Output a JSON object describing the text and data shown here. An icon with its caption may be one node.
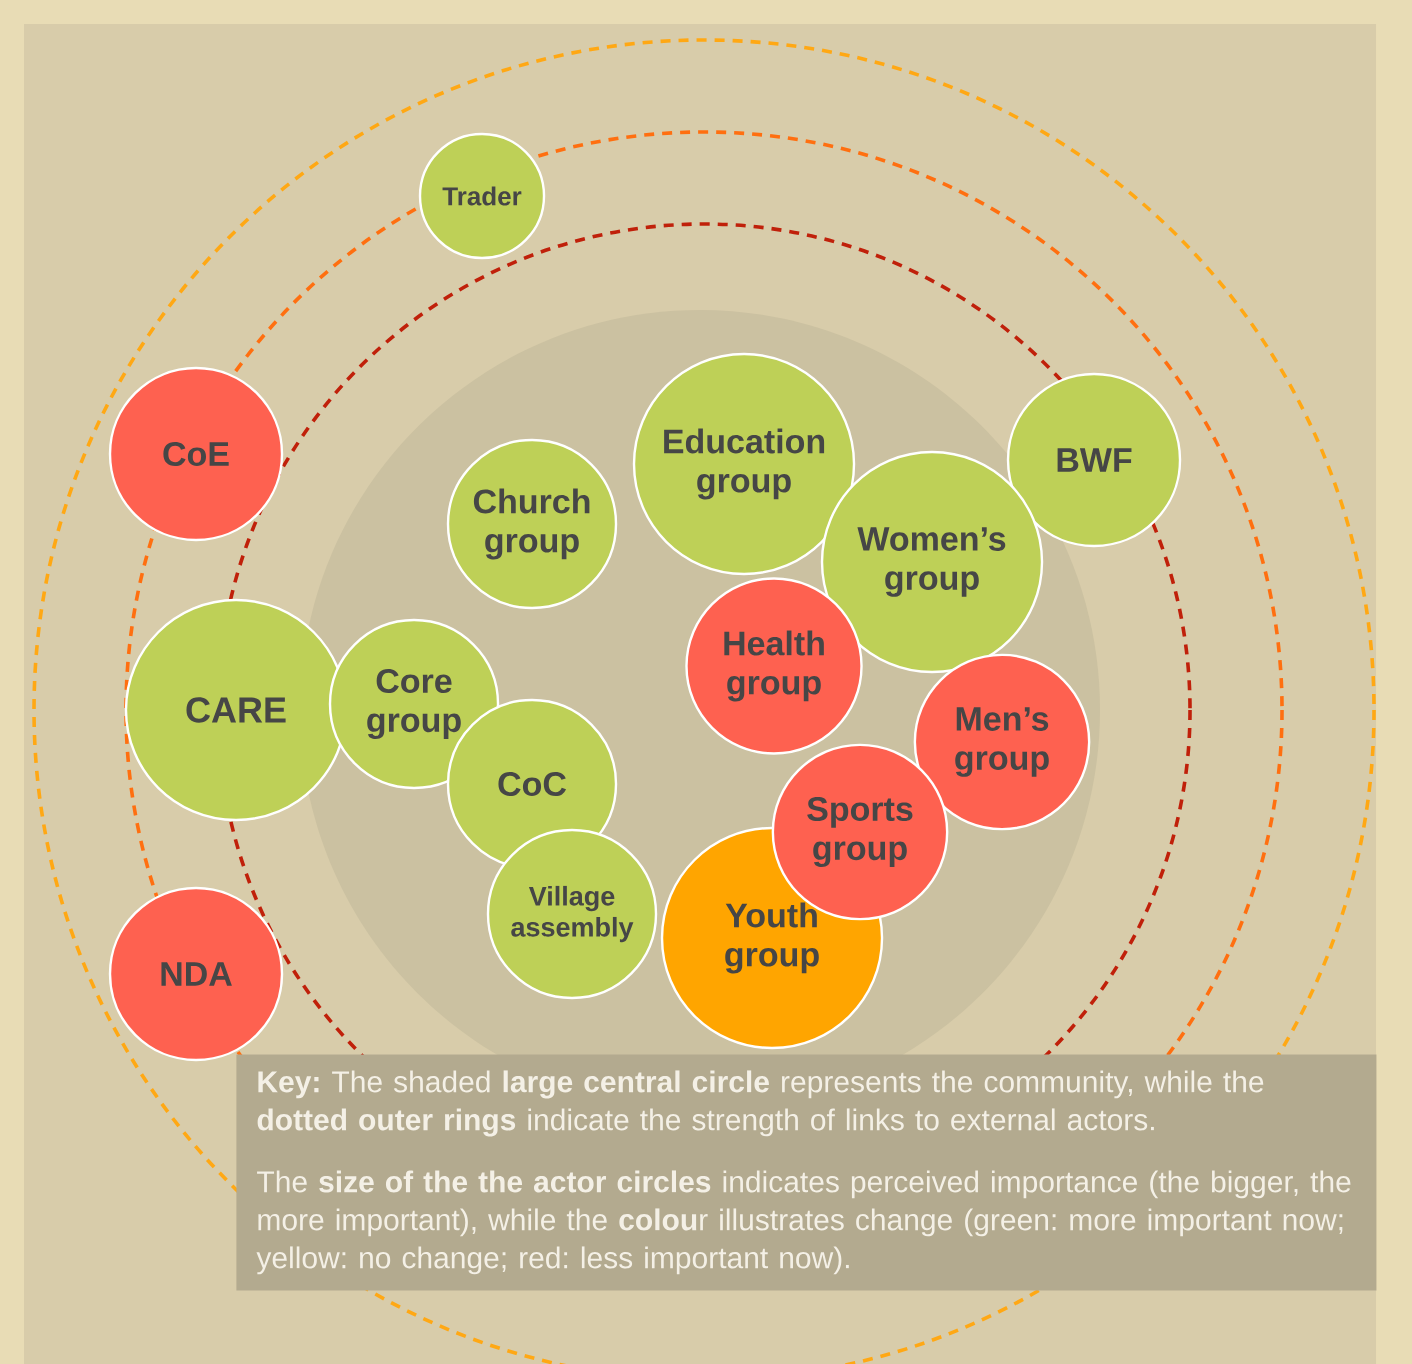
{
  "diagram": {
    "nodes": [
      {
        "text": [
          "Trader"
        ]
      },
      {
        "text": [
          "CoE"
        ]
      },
      {
        "text": [
          "BWF"
        ]
      },
      {
        "text": [
          "Education group"
        ]
      },
      {
        "text": [
          "Church group"
        ]
      },
      {
        "text": [
          "Women’s group"
        ]
      },
      {
        "text": [
          "Health group"
        ]
      },
      {
        "text": [
          "CARE"
        ]
      },
      {
        "text": [
          "Core group"
        ]
      },
      {
        "text": [
          "Men’s group"
        ]
      },
      {
        "text": [
          "CoC"
        ]
      },
      {
        "text": [
          "Sports group"
        ]
      },
      {
        "text": [
          "Village assembly"
        ]
      },
      {
        "text": [
          "Youth group"
        ]
      },
      {
        "text": [
          "NDA"
        ]
      },
      {
        "text": [
          "**Key:** The shaded **large central circle** represents the community, while the **dotted outer rings** indicate the strength of links to external actors.",
          "The **size of the the actor circles** indicates perceived importance (the bigger, the more important), while the **colou**r illustrates change (green: more important now; yellow: no change; red: less important now)."
        ]
      }
    ],
    "edges": []
  }
}
